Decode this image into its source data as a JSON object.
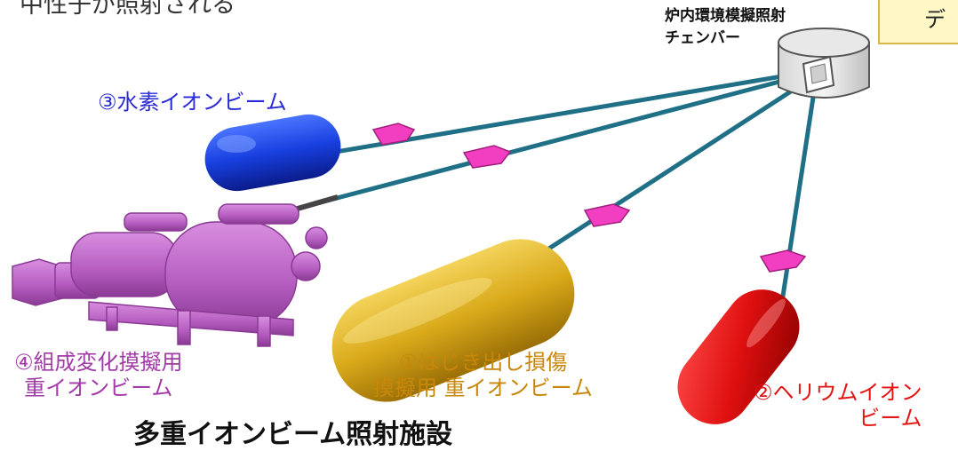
{
  "captions": {
    "top": "中性子が照射される",
    "bottom": "多重イオンビーム照射施設"
  },
  "chamber": {
    "label_line1": "炉内環境模擬照射",
    "label_line2": "チェンバー"
  },
  "note": {
    "text": "デ"
  },
  "beams": {
    "hydrogen": {
      "label": "③水素イオンビーム",
      "color": "#2a2ad8"
    },
    "composition": {
      "label_line1": "④組成変化摸擬用",
      "label_line2": "重イオンビーム",
      "color": "#a23aa8"
    },
    "sputtering": {
      "label_line1": "①はじき出し損傷",
      "label_line2": "摸擬用 重イオンビーム",
      "color": "#c8870a"
    },
    "helium": {
      "label_line1": "②ヘリウムイオン",
      "label_line2": "ビーム",
      "color": "#e21414"
    }
  },
  "icons": [
    "chamber-icon",
    "hydrogen-tank-icon",
    "heavy-ion-tank-icon",
    "helium-tank-icon",
    "accelerator-machine-icon"
  ]
}
